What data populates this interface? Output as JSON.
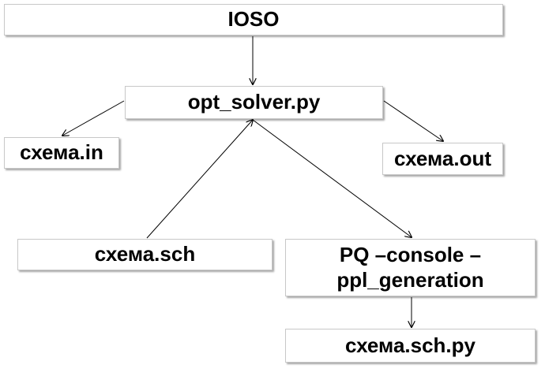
{
  "diagram": {
    "colors": {
      "box_fill": "#ffffff",
      "box_border": "#c8c8c8",
      "text": "#000000",
      "edge": "#000000"
    },
    "nodes": {
      "ioso": {
        "label": "IOSO"
      },
      "opt_solver": {
        "label": "opt_solver.py"
      },
      "schema_in": {
        "label": "схема.in"
      },
      "schema_out": {
        "label": "схема.out"
      },
      "schema_sch": {
        "label": "схема.sch"
      },
      "pq_console": {
        "line1": "PQ –console –",
        "line2": "ppl_generation"
      },
      "schema_sch_py": {
        "label": "схема.sch.py"
      }
    },
    "edges": [
      {
        "from": "ioso",
        "to": "opt_solver"
      },
      {
        "from": "opt_solver",
        "to": "schema_in"
      },
      {
        "from": "opt_solver",
        "to": "schema_out"
      },
      {
        "from": "schema_sch",
        "to": "opt_solver"
      },
      {
        "from": "opt_solver",
        "to": "pq_console"
      },
      {
        "from": "pq_console",
        "to": "schema_sch_py"
      }
    ]
  }
}
